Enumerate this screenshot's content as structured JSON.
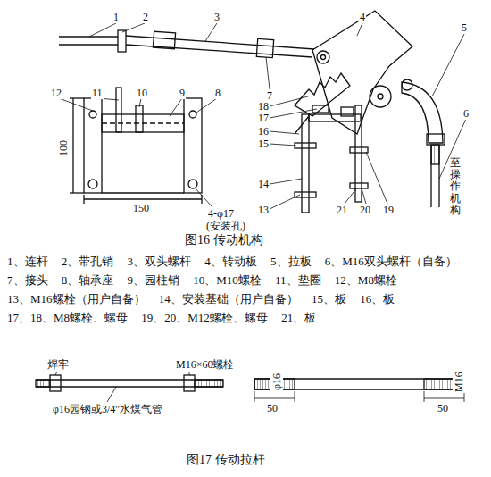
{
  "diagram": {
    "labels": [
      "1",
      "2",
      "3",
      "4",
      "5",
      "6",
      "7",
      "12",
      "11",
      "10",
      "9",
      "8",
      "18",
      "17",
      "16",
      "15",
      "14",
      "13",
      "21",
      "20",
      "19",
      "100",
      "150",
      "4-φ17",
      "(安装孔)",
      "至操作机构",
      "图16 传动机构",
      "1、连杆",
      "2、带孔销",
      "3、双头螺杆",
      "4、转动板",
      "5、拉板",
      "6、M16双头螺杆（自备）",
      "7、接头",
      "8、轴承座",
      "9、园柱销",
      "10、M10螺栓",
      "11、垫圈",
      "12、M8螺栓",
      "13、M16螺栓（用户自备）",
      "14、安装基础（用户自备）",
      "15、板",
      "16、板",
      "17、18、M8螺栓、螺母",
      "19、20、M12螺栓、螺母",
      "21、板",
      "焊牢",
      "M16×60螺栓",
      "φ16园钢或3/4″水煤气管",
      "φ16",
      "M16",
      "50",
      "50",
      "图17 传动拉杆"
    ]
  }
}
